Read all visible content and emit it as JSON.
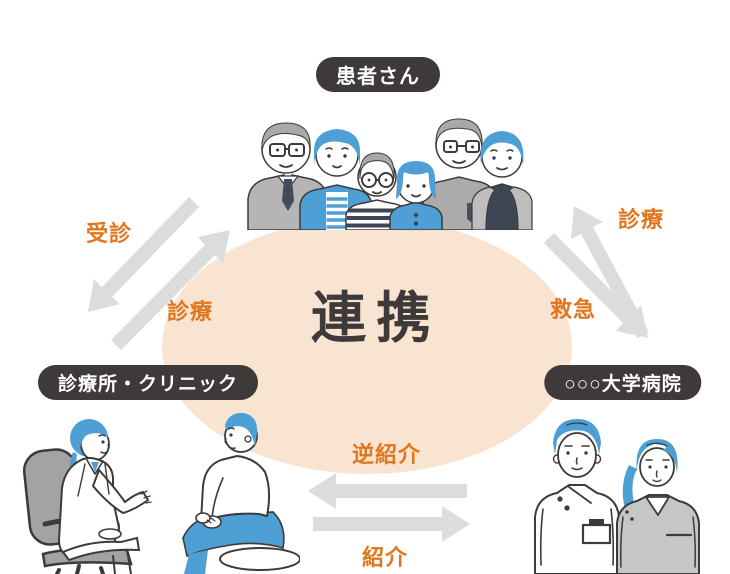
{
  "diagram": {
    "center_label": "連携",
    "nodes": {
      "patients": {
        "label": "患者さん"
      },
      "clinic": {
        "label": "診療所・クリニック"
      },
      "hospital": {
        "label": "○○○大学病院"
      }
    },
    "flows": {
      "patients_to_clinic": "受診",
      "clinic_to_patients": "診療",
      "hospital_to_patients": "診療",
      "patients_to_hospital": "救急",
      "hospital_to_clinic": "逆紹介",
      "clinic_to_hospital": "紹介"
    },
    "colors": {
      "accent_orange": "#e0761e",
      "ellipse_peach": "#f9e4d2",
      "pill_dark": "#3e3a39",
      "arrow_gray": "#dcdcdc",
      "illustration_blue": "#4f9fd7",
      "illustration_gray": "#ababab"
    }
  }
}
